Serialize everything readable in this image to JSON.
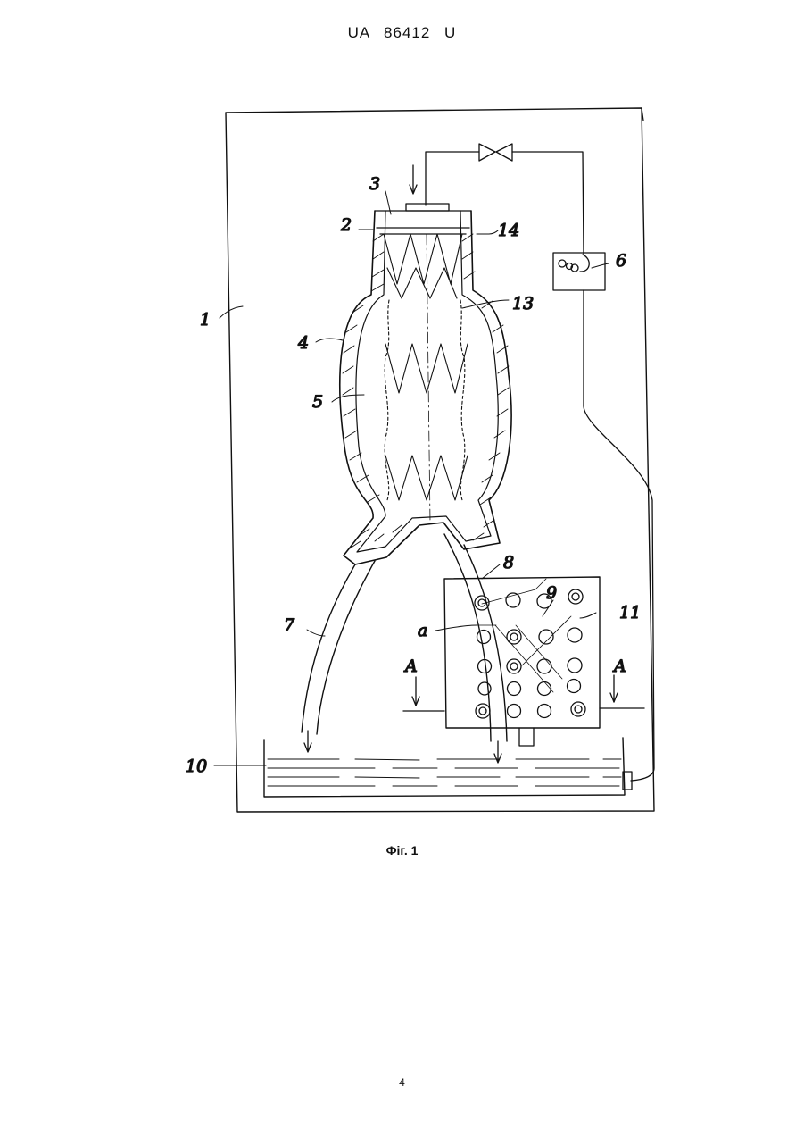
{
  "header": {
    "doc_id": "UA   86412   U"
  },
  "figure": {
    "labels": {
      "l1": "1",
      "l2": "2",
      "l3": "3",
      "l4": "4",
      "l5": "5",
      "l6": "6",
      "l7": "7",
      "l8": "8",
      "l9": "9",
      "l10": "10",
      "l11": "11",
      "l13": "13",
      "l14": "14",
      "la": "a",
      "lA_left": "A",
      "lA_right": "A"
    },
    "caption": "Фіг. 1"
  },
  "footer": {
    "page_number": "4"
  }
}
